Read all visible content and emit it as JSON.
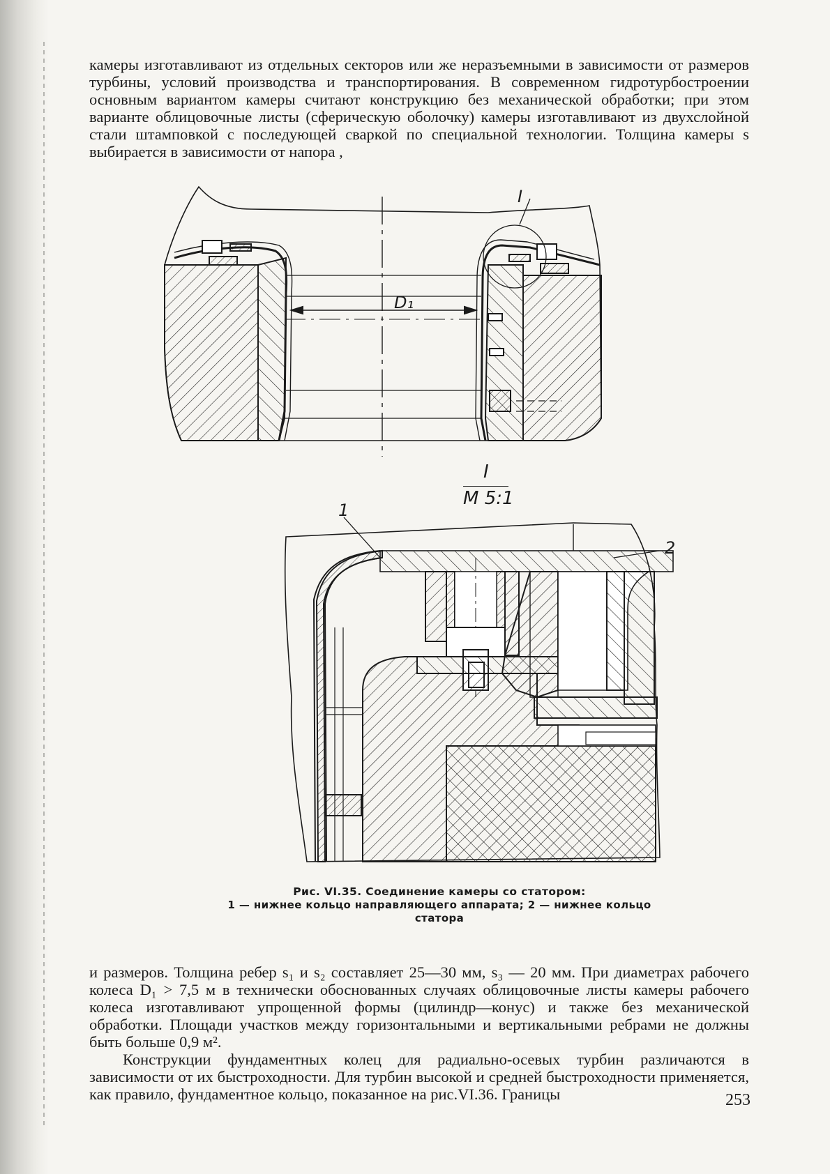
{
  "page": {
    "paragraphs_top": [
      "камеры изготавливают из отдельных секторов или же неразъемными в зависимости от размеров турбины, условий производства и транспортирования. В современном гидротурбостроении основным вариантом камеры считают конструкцию без механической обработки; при этом варианте облицовочные листы (сферическую оболочку) камеры изготавливают из двухслойной стали штамповкой с последующей сваркой по специальной технологии. Толщина камеры s выбирается в зависимости от напора ,"
    ],
    "paragraphs_bottom": [
      "и размеров. Толщина ребер s₁ и s₂ составляет 25—30 мм, s₃ — 20 мм. При диаметрах рабочего колеса D₁ > 7,5 м в технически обоснованных случаях облицовочные листы камеры рабочего колеса изготавливают упрощенной формы (цилиндр—конус) и также без механической обработки. Площади участков между горизонтальными и вертикальными ребрами не должны быть больше 0,9 м².",
      "Конструкции фундаментных колец для радиально-осевых турбин различаются в зависимости от их быстроходности. Для турбин высокой и средней быстроходности применяется, как правило, фундаментное кольцо, показанное на рис.VI.36. Границы"
    ],
    "page_number": "253"
  },
  "figure": {
    "top_view": {
      "detail_mark": "I",
      "diameter_label": "D₁"
    },
    "detail_view": {
      "detail_mark": "I",
      "scale": "M 5:1",
      "callouts": [
        "1",
        "2"
      ]
    },
    "caption": {
      "title": "Рис. VI.35. Соединение камеры со статором:",
      "legend": "1 — нижнее кольцо направляющего аппарата; 2 — нижнее кольцо статора"
    }
  },
  "colors": {
    "paper": "#f6f5f1",
    "ink": "#1b1b1b"
  }
}
